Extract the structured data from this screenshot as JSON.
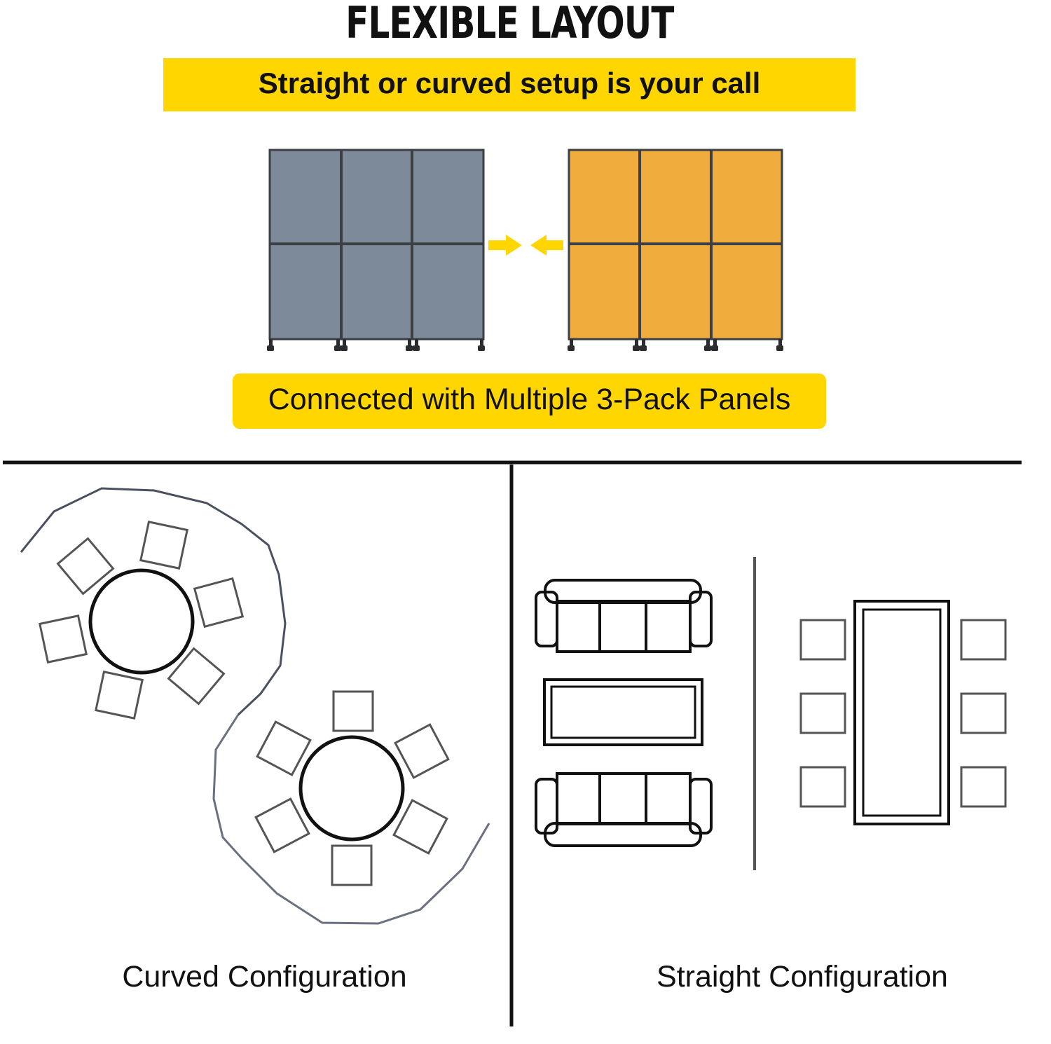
{
  "header": {
    "title": "FLEXIBLE LAYOUT",
    "subtitle": "Straight or curved setup is your call"
  },
  "connect_banner": "Connected with Multiple 3-Pack Panels",
  "captions": {
    "curved": "Curved Configuration",
    "straight": "Straight Configuration"
  },
  "colors": {
    "accent_yellow": "#ffd600",
    "panel_gray": "#7d8a9a",
    "panel_orange": "#f0ac3c",
    "frame": "#3c3f44",
    "line": "#111111"
  },
  "panels": {
    "rows": 2,
    "columns_per_set": 3,
    "sets": 2
  },
  "icons": [
    "arrow-right-icon",
    "arrow-left-icon"
  ]
}
